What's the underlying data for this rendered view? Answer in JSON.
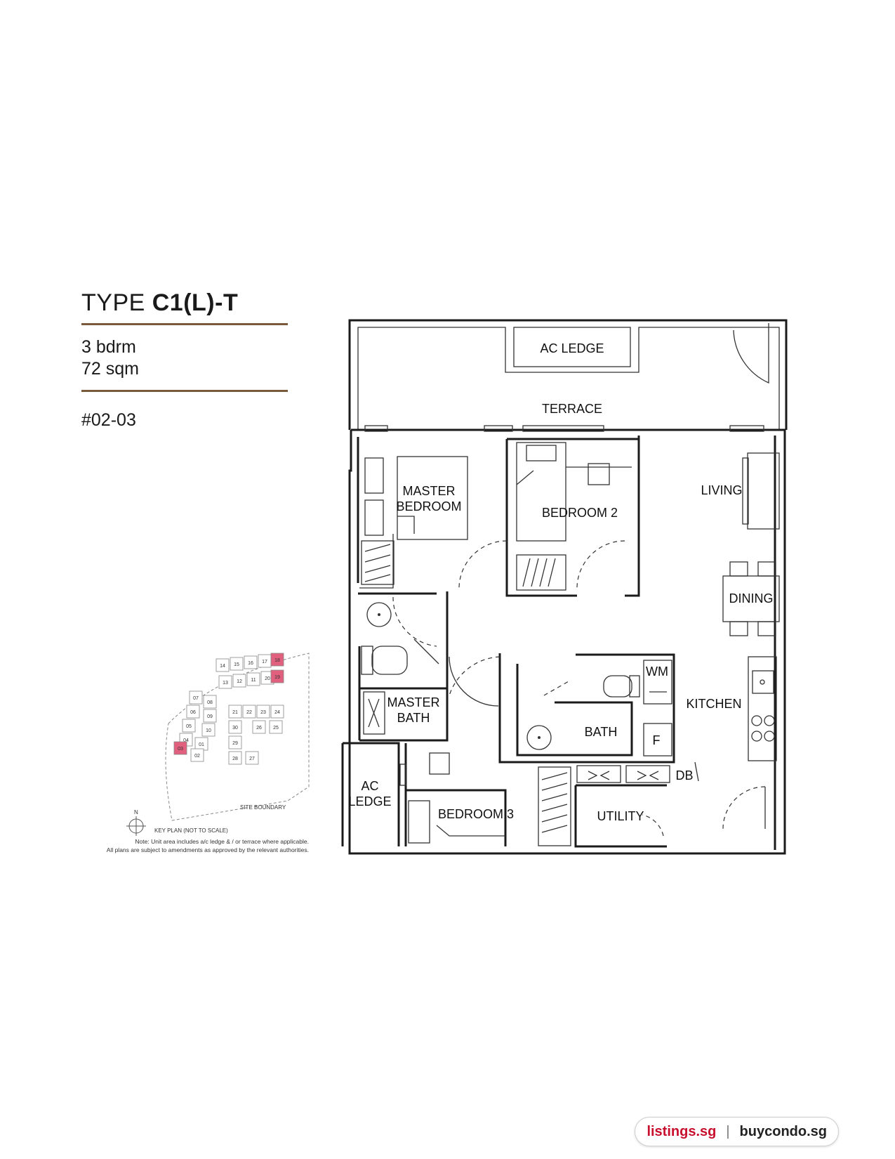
{
  "header": {
    "type_prefix": "TYPE ",
    "type_code": "C1(L)-T",
    "bedrooms": "3 bdrm",
    "area": "72 sqm",
    "unit_number": "#02-03"
  },
  "colors": {
    "rule": "#7a5a3c",
    "key_highlight": "#e0607e",
    "brand_red": "#c8102e"
  },
  "rooms": {
    "ac_ledge_top": "AC LEDGE",
    "terrace": "TERRACE",
    "master_bedroom_1": "MASTER",
    "master_bedroom_2": "BEDROOM",
    "bedroom2": "BEDROOM 2",
    "living": "LIVING",
    "dining": "DINING",
    "wm": "WM",
    "kitchen": "KITCHEN",
    "master_bath_1": "MASTER",
    "master_bath_2": "BATH",
    "bath": "BATH",
    "f": "F",
    "db": "DB",
    "ac_ledge_bottom_1": "AC",
    "ac_ledge_bottom_2": "LEDGE",
    "bedroom3": "BEDROOM 3",
    "utility": "UTILITY"
  },
  "key_plan": {
    "units": [
      "14",
      "15",
      "16",
      "17",
      "18",
      "13",
      "12",
      "11",
      "20",
      "19",
      "07",
      "08",
      "06",
      "09",
      "05",
      "10",
      "04",
      "01",
      "03",
      "02",
      "21",
      "22",
      "23",
      "24",
      "30",
      "26",
      "25",
      "29",
      "28",
      "27"
    ],
    "highlighted_units": [
      "18",
      "19",
      "03"
    ],
    "site_boundary": "SITE BOUNDARY",
    "north": "N",
    "key_plan_label": "KEY PLAN (NOT TO SCALE)",
    "note_line1": "Note: Unit area includes a/c ledge & / or terrace where applicable.",
    "note_line2": "All plans are subject to amendments as approved by the relevant authorities."
  },
  "footer": {
    "site1": "listings.sg",
    "separator": "|",
    "site2": "buycondo.sg"
  }
}
